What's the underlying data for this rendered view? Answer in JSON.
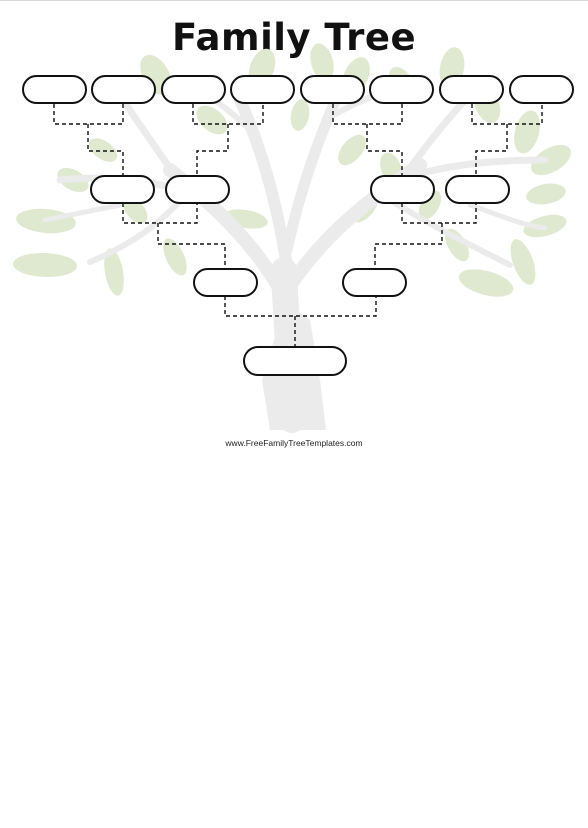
{
  "document": {
    "title": "Family Tree",
    "website": "www.FreeFamilyTreeTemplates.com"
  },
  "colors": {
    "box_stroke": "#111111",
    "box_fill": "#ffffff",
    "connector": "#111111",
    "trunk": "#ebebeb",
    "leaf_green": "#dfe9cf",
    "leaf_green_alt": "#e6eed8"
  },
  "tree": {
    "generations": 4,
    "boxes": [
      {
        "id": "g1-1",
        "generation": 1,
        "name": ""
      },
      {
        "id": "g2-1",
        "generation": 2,
        "name": ""
      },
      {
        "id": "g2-2",
        "generation": 2,
        "name": ""
      },
      {
        "id": "g3-1",
        "generation": 3,
        "name": ""
      },
      {
        "id": "g3-2",
        "generation": 3,
        "name": ""
      },
      {
        "id": "g3-3",
        "generation": 3,
        "name": ""
      },
      {
        "id": "g3-4",
        "generation": 3,
        "name": ""
      },
      {
        "id": "g4-1",
        "generation": 4,
        "name": ""
      },
      {
        "id": "g4-2",
        "generation": 4,
        "name": ""
      },
      {
        "id": "g4-3",
        "generation": 4,
        "name": ""
      },
      {
        "id": "g4-4",
        "generation": 4,
        "name": ""
      },
      {
        "id": "g4-5",
        "generation": 4,
        "name": ""
      },
      {
        "id": "g4-6",
        "generation": 4,
        "name": ""
      },
      {
        "id": "g4-7",
        "generation": 4,
        "name": ""
      },
      {
        "id": "g4-8",
        "generation": 4,
        "name": ""
      }
    ]
  }
}
